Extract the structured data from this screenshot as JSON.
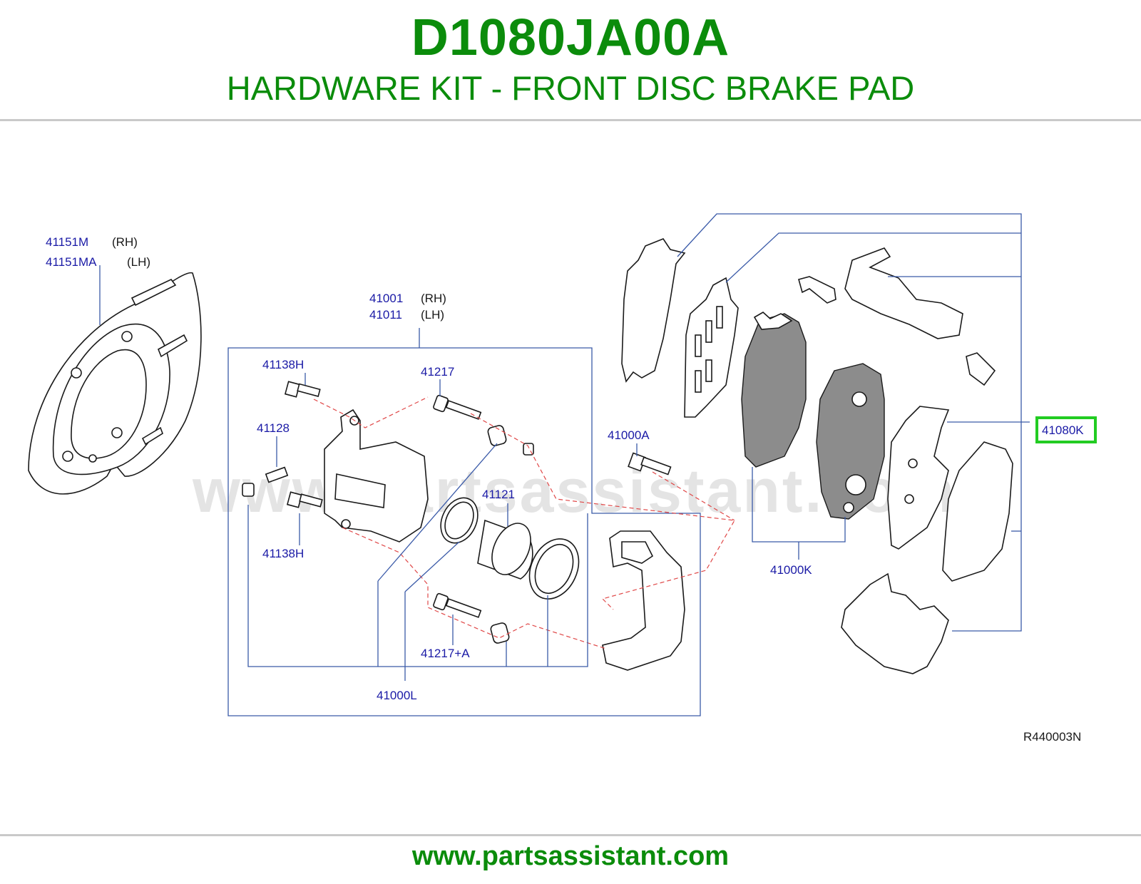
{
  "header": {
    "part_number": "D1080JA00A",
    "description": "HARDWARE KIT - FRONT DISC BRAKE PAD"
  },
  "watermark": "www.partsassistant.com",
  "diagram": {
    "code": "R440003N",
    "labels": {
      "shield_rh_num": "41151M",
      "shield_rh_side": "(RH)",
      "shield_lh_num": "41151MA",
      "shield_lh_side": "(LH)",
      "caliper_rh_num": "41001",
      "caliper_rh_side": "(RH)",
      "caliper_lh_num": "41011",
      "caliper_lh_side": "(LH)",
      "bolt_top": "41138H",
      "bolt_bottom": "41138H",
      "pin_top": "41217",
      "bleeder": "41128",
      "seal_kit": "41121",
      "pin_bottom": "41217+A",
      "caliper_kit": "41000L",
      "mount_bolt": "41000A",
      "pad_kit": "41000K",
      "hardware_kit": "41080K"
    },
    "highlight_color": "#22cc22",
    "label_color": "#1a1aa6"
  },
  "footer": {
    "url": "www.partsassistant.com"
  }
}
